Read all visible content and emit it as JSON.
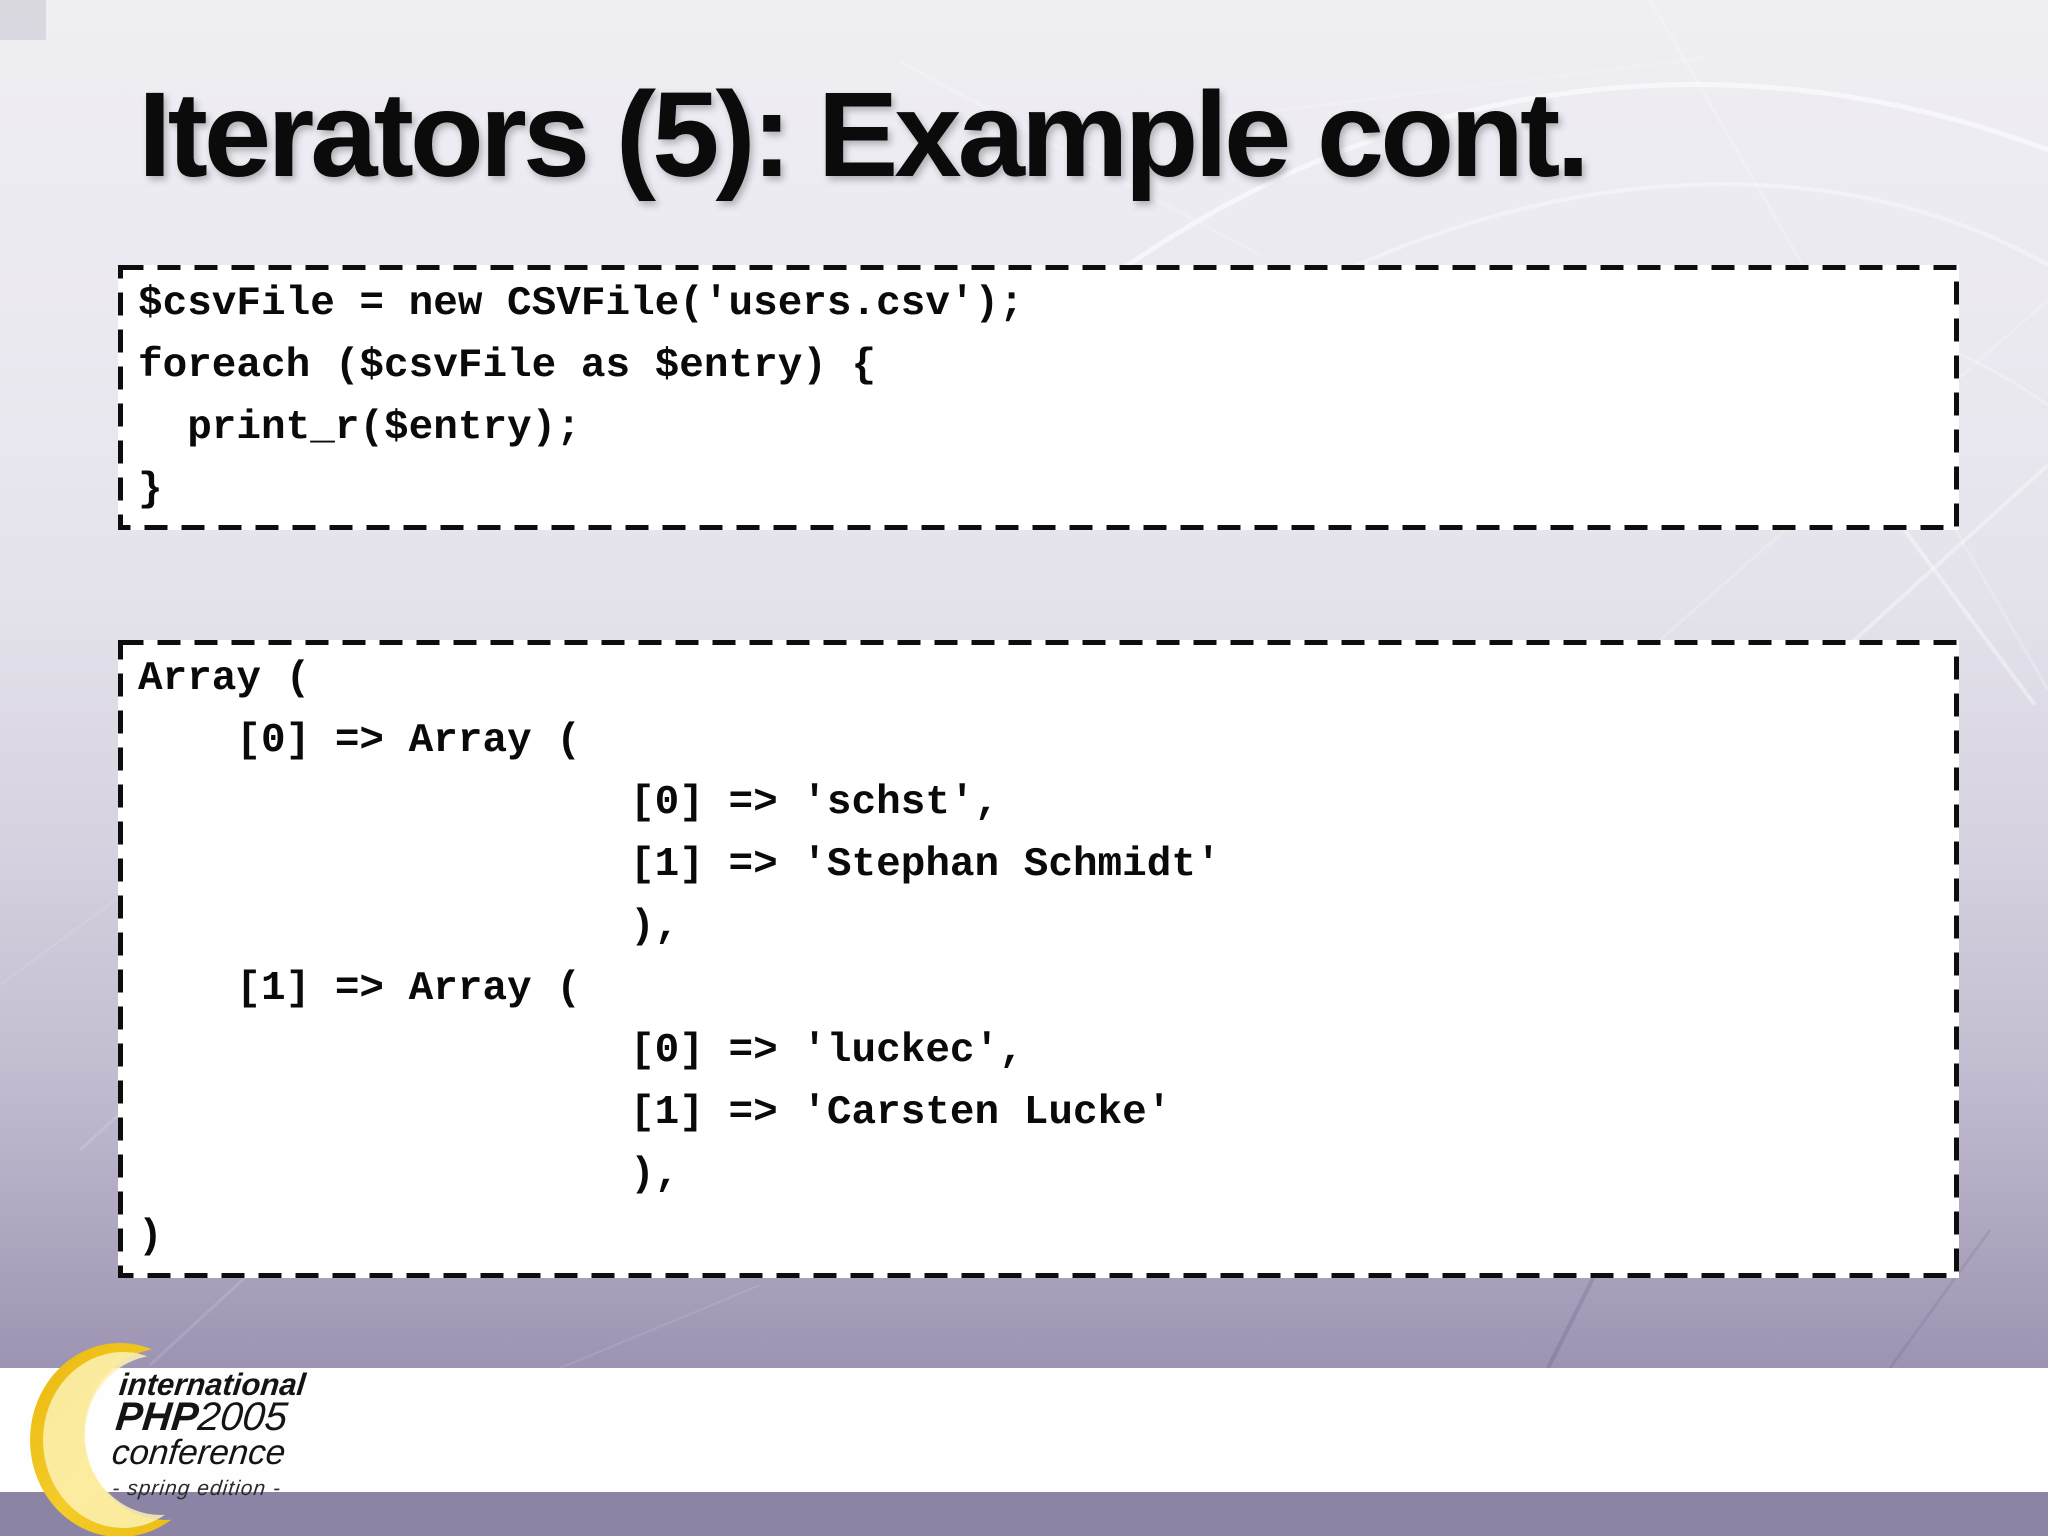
{
  "slide": {
    "title": "Iterators (5): Example cont.",
    "code_box": {
      "lines": [
        "$csvFile = new CSVFile('users.csv');",
        "foreach ($csvFile as $entry) {",
        "  print_r($entry);",
        "}"
      ]
    },
    "output_box": {
      "lines": [
        "Array (",
        "    [0] => Array (",
        "                    [0] => 'schst',",
        "                    [1] => 'Stephan Schmidt'",
        "                    ),",
        "    [1] => Array (",
        "                    [0] => 'luckec',",
        "                    [1] => 'Carsten Lucke'",
        "                    ),",
        ")"
      ]
    },
    "logo": {
      "line1": "international",
      "php": "PHP",
      "year": "2005",
      "line3": "conference",
      "edition": "- spring edition -"
    },
    "colors": {
      "title_color": "#0b0b0c",
      "box_background": "#ffffff",
      "box_border": "#0d0d0d",
      "background_top": "#efeef3",
      "background_bottom": "#918aa9",
      "footer_band": "#fffefe",
      "footer_strip": "#8c84a4",
      "logo_yellow": "#f0c316"
    }
  }
}
